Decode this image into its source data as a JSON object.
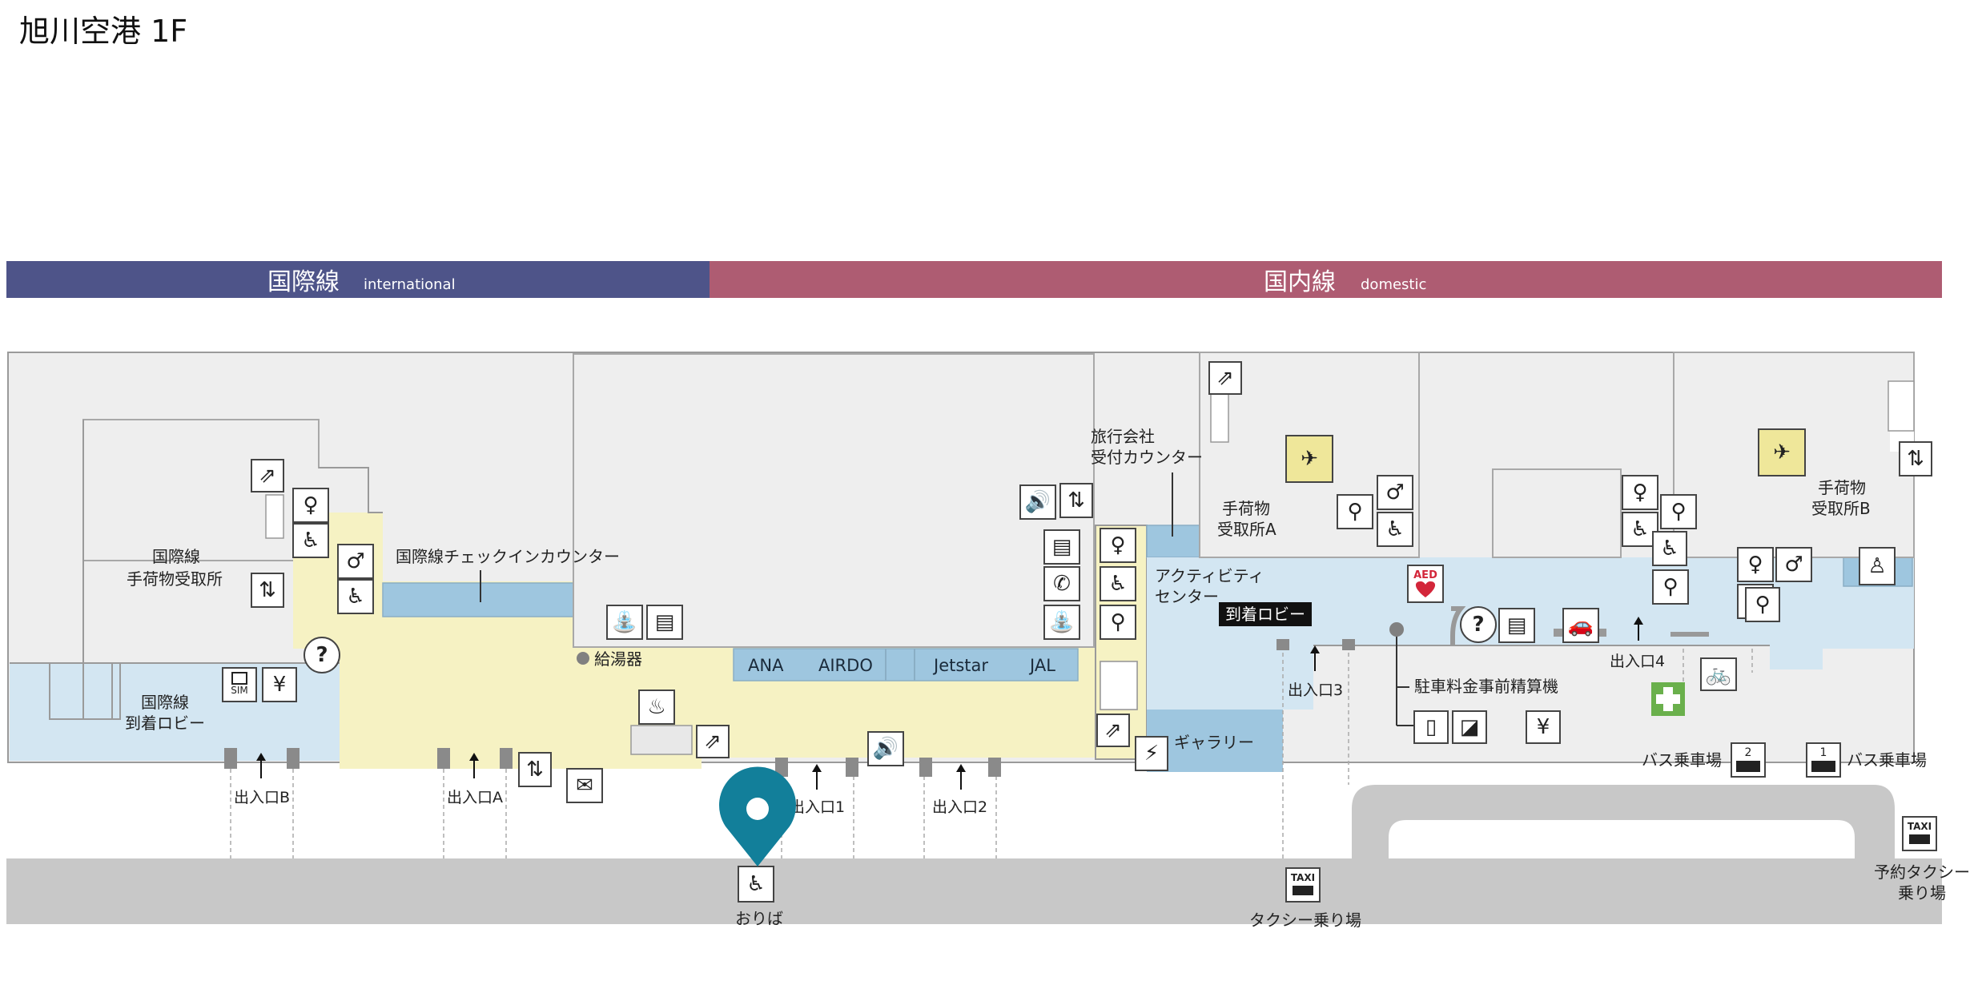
{
  "title": "旭川空港 1F",
  "bands": {
    "international": {
      "ja": "国際線",
      "en": "international",
      "color": "#4e5489"
    },
    "domestic": {
      "ja": "国内線",
      "en": "domestic",
      "color": "#ae5c72"
    }
  },
  "colors": {
    "wall_fill": "#eeeeee",
    "lobby": "#d3e6f2",
    "international_zone": "#f6f2c3",
    "counter": "#9ec6df",
    "road": "#c8c8c8",
    "pin": "#127f9a",
    "first_aid": "#6ab04c",
    "aed": "#d3263a",
    "baggage_claim_icon": "#efe79a"
  },
  "labels": {
    "intl_baggage_line1": "国際線",
    "intl_baggage_line2": "手荷物受取所",
    "intl_checkin": "国際線チェックインカウンター",
    "intl_arrival_line1": "国際線",
    "intl_arrival_line2": "到着ロビー",
    "hot_water": "給湯器",
    "travel_agency_line1": "旅行会社",
    "travel_agency_line2": "受付カウンター",
    "baggage_a_line1": "手荷物",
    "baggage_a_line2": "受取所A",
    "baggage_b_line1": "手荷物",
    "baggage_b_line2": "受取所B",
    "activity_line1": "アクティビティ",
    "activity_line2": "センター",
    "arrival_lobby": "到着ロビー",
    "gallery": "ギャラリー",
    "parking_payment": "駐車料金事前精算機",
    "bus_stop_2": "バス乗車場",
    "bus_stop_1": "バス乗車場",
    "bus_2_number": "2",
    "bus_1_number": "1",
    "reserved_taxi_line1": "予約タクシー",
    "reserved_taxi_line2": "乗り場",
    "taxi_stand": "タクシー乗り場",
    "dropoff": "おりば",
    "taxi_sign": "TAXI",
    "aed_sign": "AED",
    "sim_sign": "SIM"
  },
  "airlines": [
    "ANA",
    "AIRDO",
    "Jetstar",
    "JAL"
  ],
  "entrances": {
    "b": "出入口B",
    "a": "出入口A",
    "e1": "出入口1",
    "e2": "出入口2",
    "e3": "出入口3",
    "e4": "出入口4"
  },
  "icons": [
    "escalator-icon",
    "restroom-icon",
    "multipurpose-restroom-icon",
    "elevator-icon",
    "information-icon",
    "sim-card-icon",
    "currency-exchange-icon",
    "drinking-fountain-icon",
    "coin-locker-icon",
    "massage-chair-icon",
    "announcement-icon",
    "mail-icon",
    "telephone-icon",
    "baby-room-icon",
    "arrival-plane-icon",
    "aed-icon",
    "rental-car-icon",
    "bicycle-icon",
    "bus-icon",
    "taxi-icon",
    "wheelchair-icon",
    "first-aid-icon",
    "lost-and-found-icon",
    "police-icon",
    "charging-icon",
    "location-pin-icon"
  ]
}
